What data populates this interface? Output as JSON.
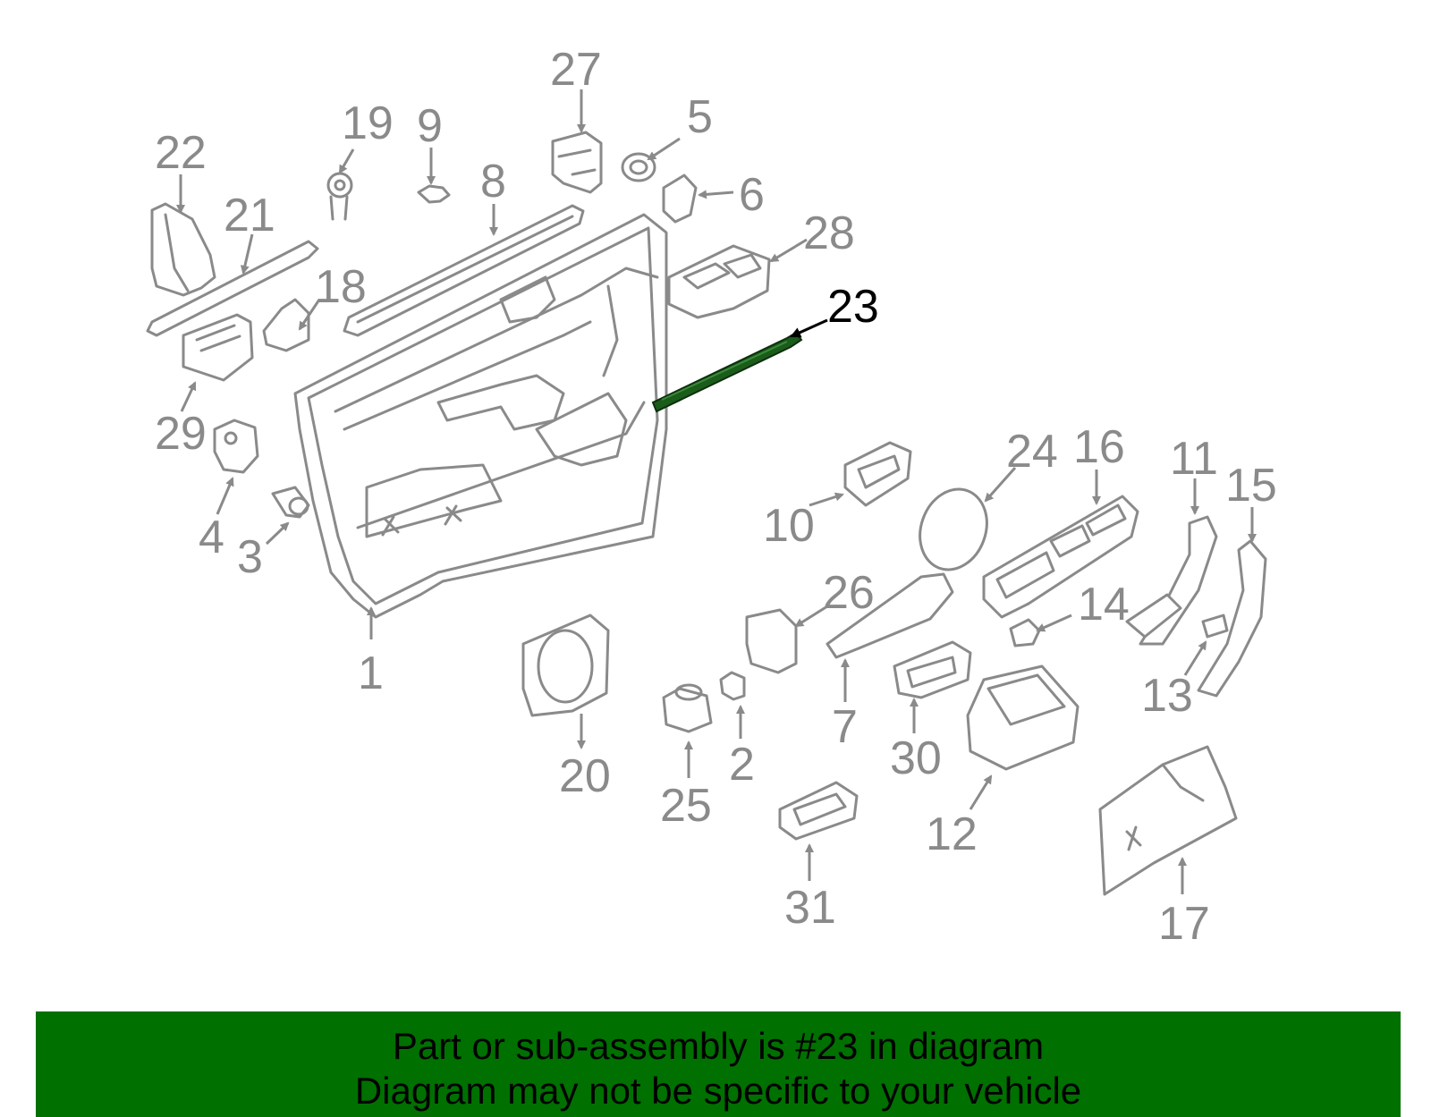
{
  "callouts": {
    "c1": "1",
    "c2": "2",
    "c3": "3",
    "c4": "4",
    "c5": "5",
    "c6": "6",
    "c7": "7",
    "c8": "8",
    "c9": "9",
    "c10": "10",
    "c11": "11",
    "c12": "12",
    "c13": "13",
    "c14": "14",
    "c15": "15",
    "c16": "16",
    "c17": "17",
    "c18": "18",
    "c19": "19",
    "c20": "20",
    "c21": "21",
    "c22": "22",
    "c23": "23",
    "c24": "24",
    "c25": "25",
    "c26": "26",
    "c27": "27",
    "c28": "28",
    "c29": "29",
    "c30": "30",
    "c31": "31"
  },
  "highlight": {
    "part": "23",
    "color": "#1a5c1a"
  },
  "colors": {
    "banner": "#007000",
    "part_stroke": "#8a8a8a",
    "highlight_label": "#000000"
  },
  "banner": {
    "line1": "Part or sub-assembly is #23 in diagram",
    "line2": "Diagram may not be specific to your vehicle"
  }
}
